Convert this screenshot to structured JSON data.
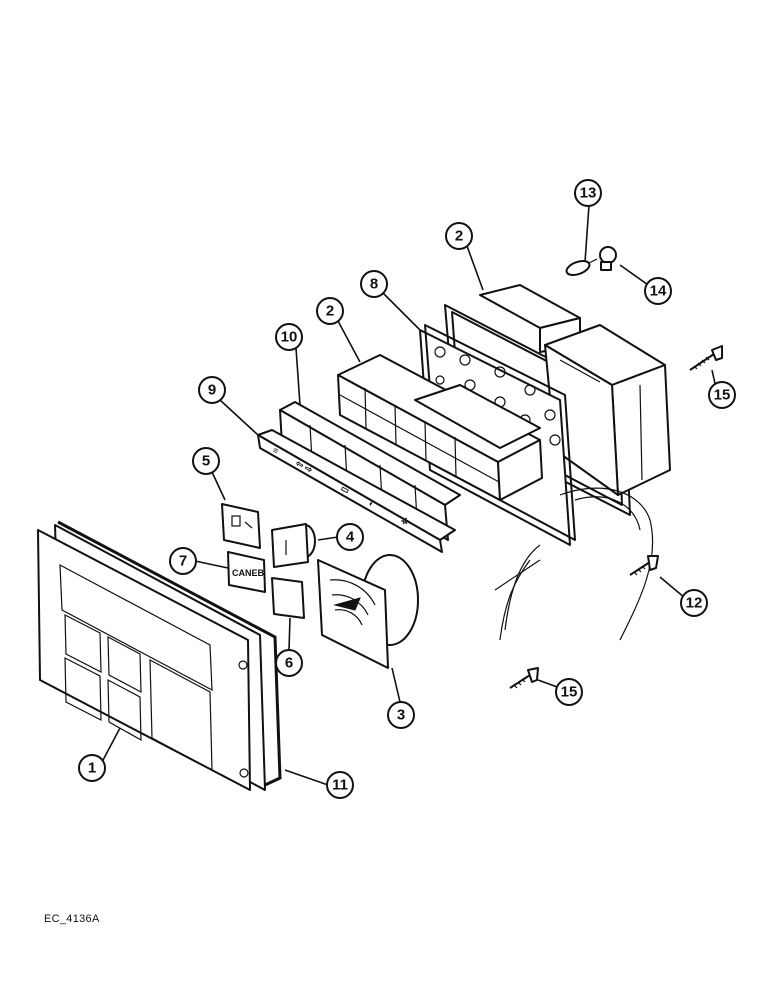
{
  "figure_code": "EC_4136A",
  "callouts": [
    "1",
    "2",
    "2",
    "3",
    "4",
    "5",
    "6",
    "7",
    "8",
    "9",
    "10",
    "11",
    "12",
    "13",
    "14",
    "15",
    "15"
  ],
  "key_labels": {
    "caneb": "CANEB"
  }
}
